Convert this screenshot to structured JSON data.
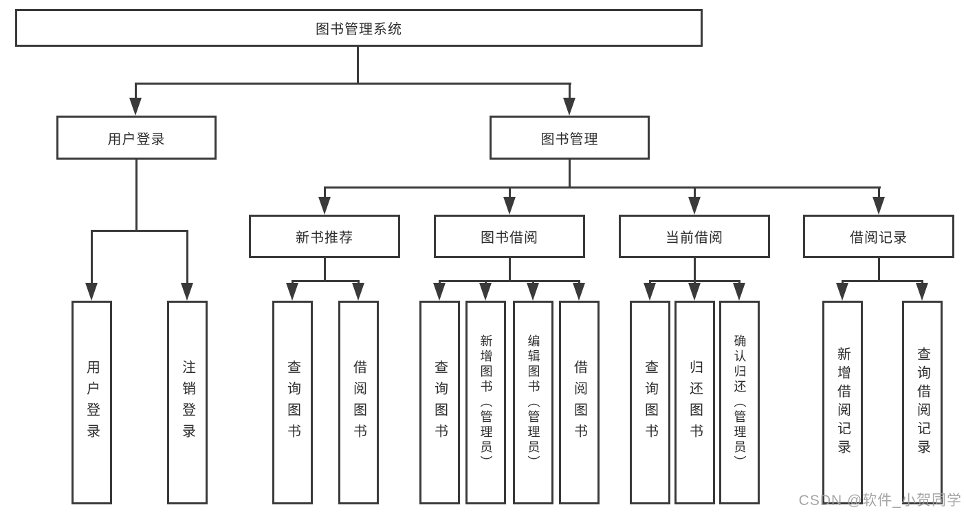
{
  "diagram": {
    "root": {
      "label": "图书管理系统"
    },
    "level2": [
      {
        "label": "用户登录"
      },
      {
        "label": "图书管理"
      }
    ],
    "level3": [
      {
        "label": "新书推荐"
      },
      {
        "label": "图书借阅"
      },
      {
        "label": "当前借阅"
      },
      {
        "label": "借阅记录"
      }
    ],
    "leaves": [
      {
        "label": "用户登录"
      },
      {
        "label": "注销登录"
      },
      {
        "label": "查询图书"
      },
      {
        "label": "借阅图书"
      },
      {
        "label": "查询图书"
      },
      {
        "label": "新增图书（管理员）"
      },
      {
        "label": "编辑图书（管理员）"
      },
      {
        "label": "借阅图书"
      },
      {
        "label": "查询图书"
      },
      {
        "label": "归还图书"
      },
      {
        "label": "确认归还（管理员）"
      },
      {
        "label": "新增借阅记录"
      },
      {
        "label": "查询借阅记录"
      }
    ],
    "colors": {
      "line": "#3a3a3a",
      "text": "#2d2d2d",
      "background": "#ffffff"
    },
    "watermark": "CSDN @软件_小贺同学"
  }
}
